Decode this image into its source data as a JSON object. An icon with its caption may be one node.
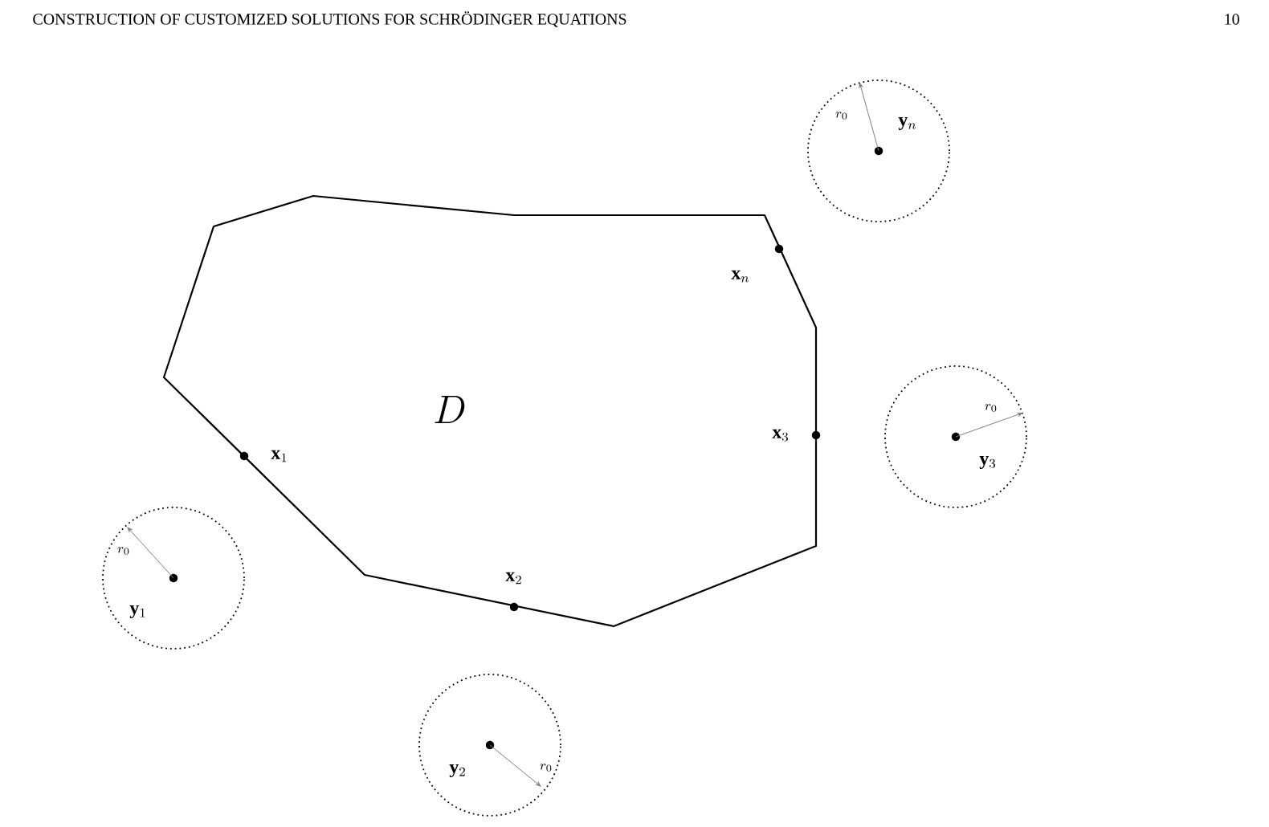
{
  "diagram": {
    "nodes": [
      {
        "text": [
          "\\mathbf{y}_n",
          "r_0"
        ]
      },
      {
        "text": [
          "D"
        ]
      },
      {
        "text": [
          "r_0",
          "\\mathbf{y}_3"
        ]
      },
      {
        "text": [
          "\\mathbf{y}_1",
          "r_0"
        ]
      },
      {
        "text": [
          "\\mathbf{y}_2",
          "r_0"
        ]
      }
    ],
    "labels": [
      "CONSTRUCTION OF CUSTOMIZED SOLUTIONS FOR SCHRÖDINGER EQUATIONS",
      "10",
      "\\mathbf{x}_1",
      "\\mathbf{x}_2",
      "\\mathbf{x}_3",
      "\\mathbf{x}_n"
    ]
  }
}
